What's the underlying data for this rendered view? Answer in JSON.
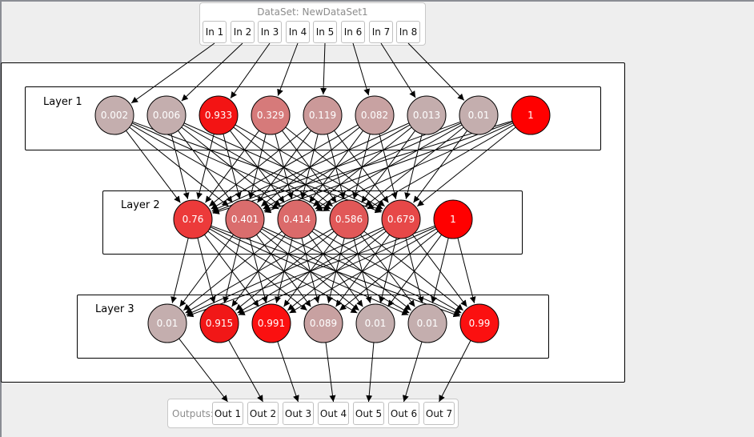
{
  "dataset": {
    "title": "DataSet: NewDataSet1",
    "inputs": [
      "In 1",
      "In 2",
      "In 3",
      "In 4",
      "In 5",
      "In 6",
      "In 7",
      "In 8"
    ]
  },
  "layers": [
    {
      "label": "Layer 1",
      "nodes": [
        {
          "value": "0.002",
          "color": "#c4aeae"
        },
        {
          "value": "0.006",
          "color": "#c4aeae"
        },
        {
          "value": "0.933",
          "color": "#f31414"
        },
        {
          "value": "0.329",
          "color": "#d67a7a"
        },
        {
          "value": "0.119",
          "color": "#cb9999"
        },
        {
          "value": "0.082",
          "color": "#c8a2a2"
        },
        {
          "value": "0.013",
          "color": "#c4adad"
        },
        {
          "value": "0.01",
          "color": "#c4aeae"
        },
        {
          "value": "1",
          "color": "#ff0000",
          "bias": true
        }
      ]
    },
    {
      "label": "Layer 2",
      "nodes": [
        {
          "value": "0.76",
          "color": "#ec3a3a"
        },
        {
          "value": "0.401",
          "color": "#da6d6d"
        },
        {
          "value": "0.414",
          "color": "#db6a6a"
        },
        {
          "value": "0.586",
          "color": "#e15858"
        },
        {
          "value": "0.679",
          "color": "#e74848"
        },
        {
          "value": "1",
          "color": "#ff0000",
          "bias": true
        }
      ]
    },
    {
      "label": "Layer 3",
      "nodes": [
        {
          "value": "0.01",
          "color": "#c4aeae"
        },
        {
          "value": "0.915",
          "color": "#f11717"
        },
        {
          "value": "0.991",
          "color": "#fb1010"
        },
        {
          "value": "0.089",
          "color": "#c8a1a1"
        },
        {
          "value": "0.01",
          "color": "#c4aeae"
        },
        {
          "value": "0.01",
          "color": "#c4aeae"
        },
        {
          "value": "0.99",
          "color": "#fb1010"
        }
      ]
    }
  ],
  "outputs": {
    "label": "Outputs:",
    "items": [
      "Out 1",
      "Out 2",
      "Out 3",
      "Out 4",
      "Out 5",
      "Out 6",
      "Out 7"
    ]
  }
}
